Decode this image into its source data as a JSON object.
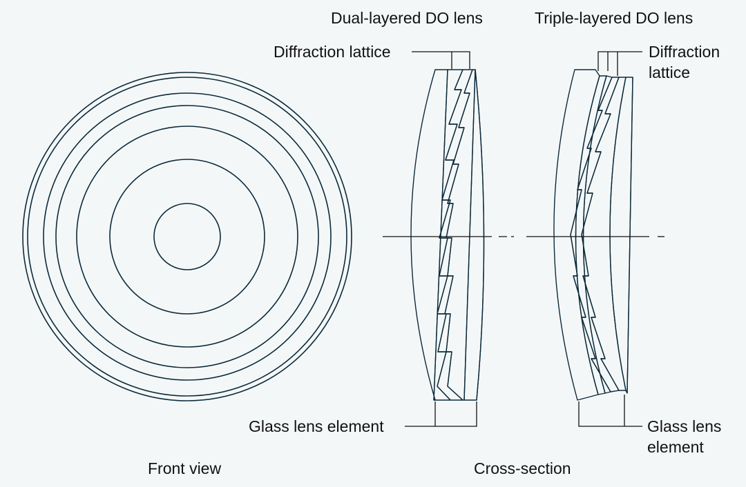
{
  "titles": {
    "dual": "Dual-layered DO lens",
    "triple": "Triple-layered DO lens"
  },
  "labels": {
    "dual_diffraction": "Diffraction lattice",
    "triple_diffraction_line1": "Diffraction",
    "triple_diffraction_line2": "lattice",
    "dual_glass": "Glass lens element",
    "triple_glass_line1": "Glass lens",
    "triple_glass_line2": "element"
  },
  "captions": {
    "front": "Front view",
    "cross": "Cross-section"
  },
  "colors": {
    "lens_blue": "#1fa8de",
    "lens_light": "#e8f7fd",
    "lattice_green": "#bfe8d8",
    "lattice_violet": "#8f97d8",
    "outline": "#0b2a3a"
  },
  "front_view": {
    "zone_count": 6
  }
}
